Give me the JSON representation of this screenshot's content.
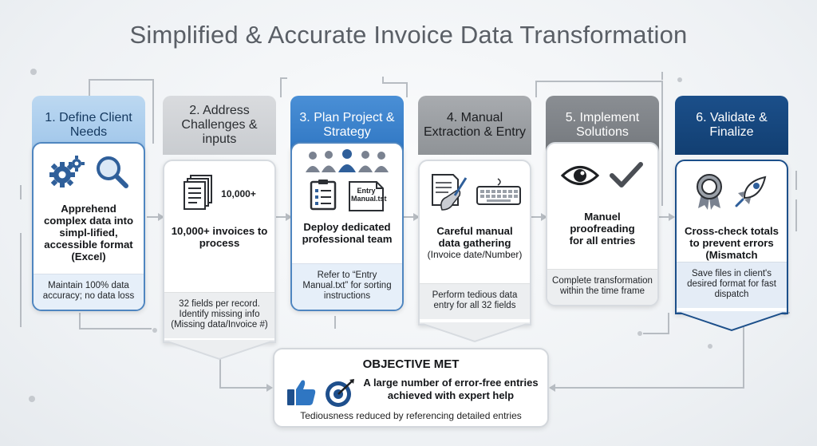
{
  "title": "Simplified & Accurate Invoice Data Transformation",
  "steps": [
    {
      "heading": "1. Define Client Needs",
      "main": "Apprehend complex data into simpl-lified, accessible format (Excel)",
      "detail": "Maintain 100% data accuracy; no data loss",
      "icons": [
        "gears-icon",
        "magnifier-icon"
      ]
    },
    {
      "heading": "2. Address Challenges & inputs",
      "icon_label": "10,000+",
      "main": "10,000+ invoices to process",
      "detail": "32 fields per record. Identify missing info (Missing data/Invoice #)",
      "icons": [
        "document-stack-icon"
      ]
    },
    {
      "heading": "3. Plan Project & Strategy",
      "icon_label": "Entry Manual.tst",
      "main": "Deploy dedicated professional team",
      "detail": "Refer to “Entry Manual.txt” for sorting instructions",
      "icons": [
        "team-icon",
        "checklist-icon",
        "manual-document-icon"
      ]
    },
    {
      "heading": "4. Manual Extraction & Entry",
      "main": "Careful manual data gathering",
      "main_sub": "(Invoice date/Number)",
      "detail": "Perform tedious data entry for all 32 fields",
      "icons": [
        "hand-writing-icon",
        "keyboard-icon"
      ]
    },
    {
      "heading": "5. Implement Solutions",
      "main": "Manuel proofreading for all entries",
      "detail": "Complete transformation within the time frame",
      "icons": [
        "eye-icon",
        "checkmark-icon"
      ]
    },
    {
      "heading": "6. Validate & Finalize",
      "main": "Cross-check totals to prevent errors",
      "main_sub": "(Mismatch handling)",
      "detail": "Save files in client's desired format for fast dispatch",
      "icons": [
        "award-ribbon-icon",
        "rocket-icon"
      ]
    }
  ],
  "objective": {
    "title": "OBJECTIVE MET",
    "main": "A large number of error-free entries achieved with expert help",
    "detail": "Tediousness reduced by referencing detailed entries",
    "icons": [
      "thumbs-up-icon",
      "target-icon"
    ]
  },
  "colors": {
    "blue": "#2f76c2",
    "navy": "#123f72",
    "light_blue": "#9ec5ea",
    "gray": "#8f9397",
    "connector": "#b7bcc2"
  }
}
